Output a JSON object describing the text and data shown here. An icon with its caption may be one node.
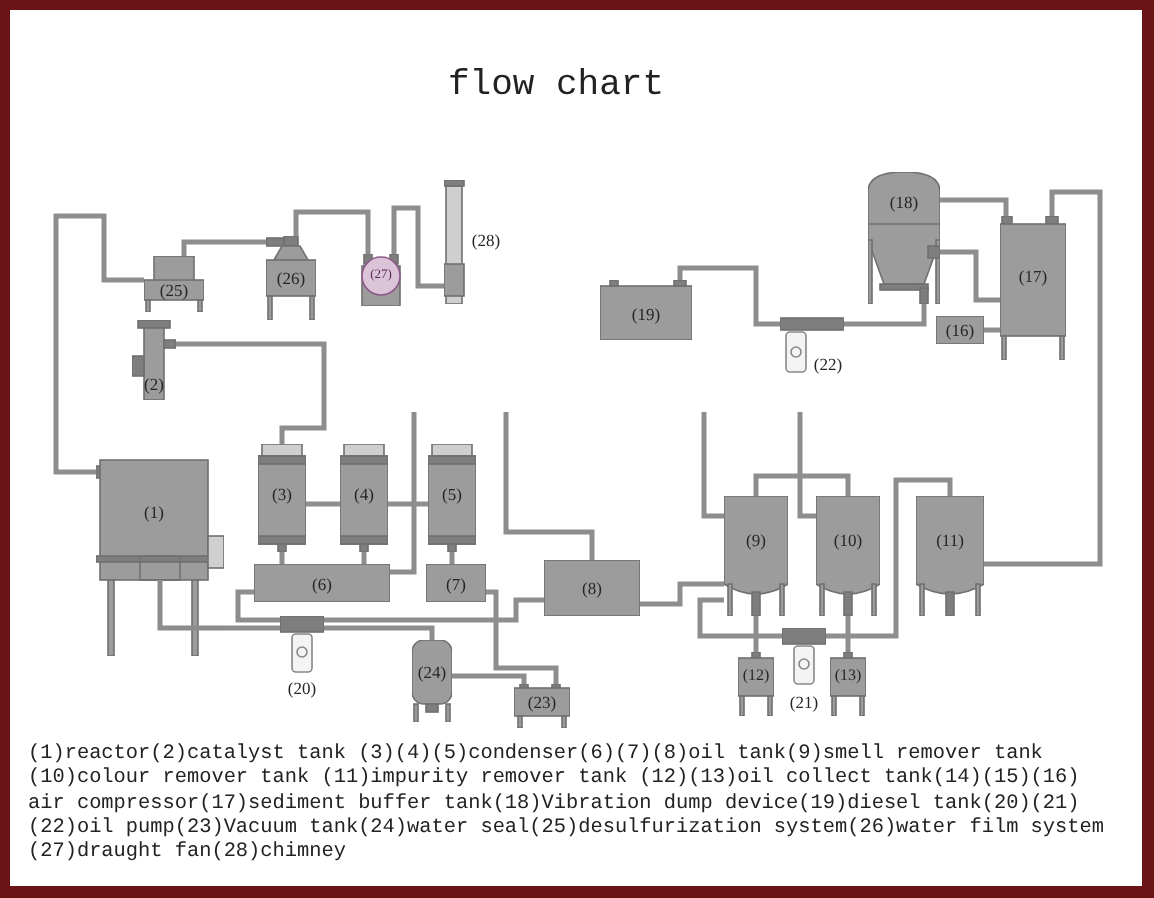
{
  "diagram": {
    "title": "flow chart",
    "nodes": [
      {
        "text": [
          "(25)"
        ]
      },
      {
        "text": [
          "(26)"
        ]
      },
      {
        "text": [
          "(27)"
        ]
      },
      {
        "text": [
          "(28)"
        ]
      },
      {
        "text": [
          "(18)"
        ]
      },
      {
        "text": [
          "(17)"
        ]
      },
      {
        "text": [
          "(19)"
        ]
      },
      {
        "text": [
          "(22)"
        ]
      },
      {
        "text": [
          "(16)"
        ]
      },
      {
        "text": [
          "(2)"
        ]
      },
      {
        "text": [
          "(1)"
        ]
      },
      {
        "text": [
          "(3)"
        ]
      },
      {
        "text": [
          "(4)"
        ]
      },
      {
        "text": [
          "(5)"
        ]
      },
      {
        "text": [
          "(9)"
        ]
      },
      {
        "text": [
          "(10)"
        ]
      },
      {
        "text": [
          "(11)"
        ]
      },
      {
        "text": [
          "(6)"
        ]
      },
      {
        "text": [
          "(7)"
        ]
      },
      {
        "text": [
          "(8)"
        ]
      },
      {
        "text": [
          "(20)"
        ]
      },
      {
        "text": [
          "(24)"
        ]
      },
      {
        "text": [
          "(12)"
        ]
      },
      {
        "text": [
          "(21)"
        ]
      },
      {
        "text": [
          "(13)"
        ]
      },
      {
        "text": [
          "(23)"
        ]
      }
    ],
    "edges": [
      {
        "from": 10,
        "to": 0,
        "arrow": "none"
      },
      {
        "from": 0,
        "to": 1,
        "arrow": "none"
      },
      {
        "from": 1,
        "to": 2,
        "arrow": "none"
      },
      {
        "from": 2,
        "to": 3,
        "arrow": "none"
      },
      {
        "from": 9,
        "to": 11,
        "arrow": "none"
      },
      {
        "from": 11,
        "to": 12,
        "arrow": "none"
      },
      {
        "from": 12,
        "to": 13,
        "arrow": "none"
      },
      {
        "from": 11,
        "to": 17,
        "arrow": "none"
      },
      {
        "from": 12,
        "to": 17,
        "arrow": "none"
      },
      {
        "from": 13,
        "to": 18,
        "arrow": "none"
      },
      {
        "from": 17,
        "to": 20,
        "arrow": "none"
      },
      {
        "from": 20,
        "to": 19,
        "arrow": "none"
      },
      {
        "from": 10,
        "to": 20,
        "arrow": "none"
      },
      {
        "from": 20,
        "to": 21,
        "arrow": "none"
      },
      {
        "from": 18,
        "to": 25,
        "arrow": "none"
      },
      {
        "from": 21,
        "to": 25,
        "arrow": "none"
      },
      {
        "from": 19,
        "to": 14,
        "arrow": "none"
      },
      {
        "from": 14,
        "to": 15,
        "arrow": "none"
      },
      {
        "from": 14,
        "to": 22,
        "arrow": "none"
      },
      {
        "from": 15,
        "to": 24,
        "arrow": "none"
      },
      {
        "from": 14,
        "to": 23,
        "arrow": "none"
      },
      {
        "from": 23,
        "to": 16,
        "arrow": "none"
      },
      {
        "from": 16,
        "to": 5,
        "arrow": "none"
      },
      {
        "from": 4,
        "to": 5,
        "arrow": "none"
      },
      {
        "from": 4,
        "to": 5,
        "arrow": "none"
      },
      {
        "from": 8,
        "to": 5,
        "arrow": "none"
      },
      {
        "from": 6,
        "to": 7,
        "arrow": "none"
      },
      {
        "from": 7,
        "to": 4,
        "arrow": "none"
      },
      {
        "from": null,
        "to": 17,
        "arrow": "none"
      },
      {
        "from": null,
        "to": 19,
        "arrow": "none"
      },
      {
        "from": null,
        "to": 14,
        "arrow": "none"
      },
      {
        "from": null,
        "to": 15,
        "arrow": "none"
      }
    ],
    "labels": [
      "(1)reactor(2)catalyst tank (3)(4)(5)condenser(6)(7)(8)oil tank(9)smell remover tank (10)colour remover tank (11)impurity remover tank (12)(13)oil collect tank(14)(15)(16) air compressor(17)sediment buffer tank(18)Vibration dump device(19)diesel tank(20)(21) (22)oil pump(23)Vacuum tank(24)water seal(25)desulfurization system(26)water film system (27)draught fan(28)chimney"
    ]
  }
}
